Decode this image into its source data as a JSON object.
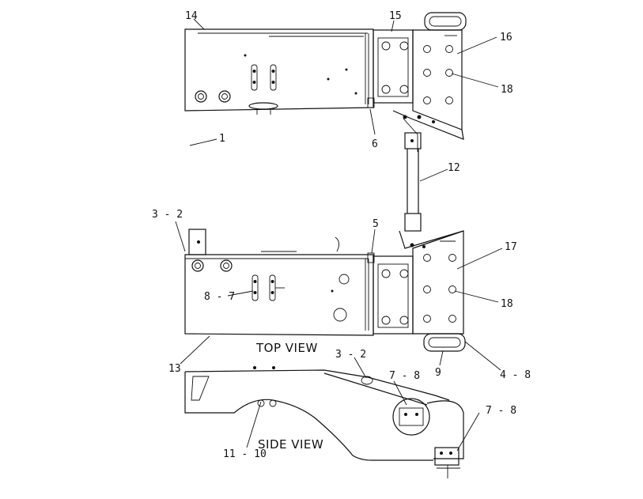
{
  "views": {
    "top_view": "TOP VIEW",
    "side_view": "SIDE VIEW"
  },
  "callouts": {
    "c14": "14",
    "c15": "15",
    "c16": "16",
    "c18_top": "18",
    "c1": "1",
    "c6": "6",
    "c12": "12",
    "c3_2_top": "3 - 2",
    "c5": "5",
    "c17": "17",
    "c8_7": "8 - 7",
    "c18_bottom": "18",
    "c13": "13",
    "c9": "9",
    "c4_8": "4 - 8",
    "c3_2_side": "3 - 2",
    "c7_8_mid": "7 - 8",
    "c7_8_right": "7 - 8",
    "c11_10": "11 - 10"
  }
}
